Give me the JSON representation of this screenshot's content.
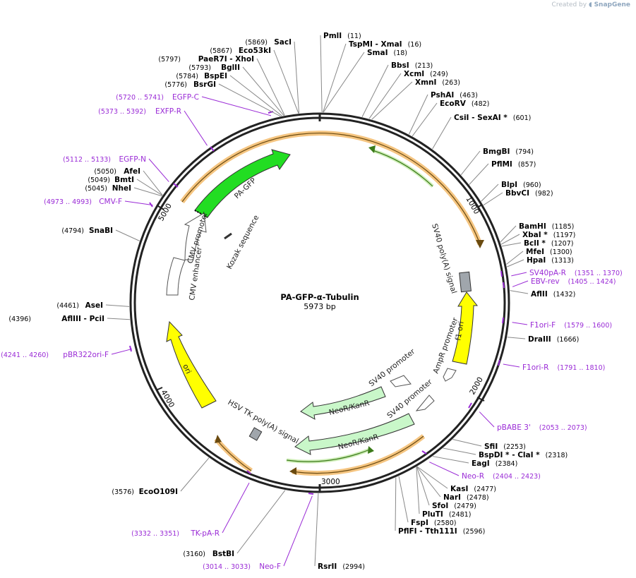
{
  "watermark": {
    "prefix": "Created by",
    "brand": "SnapGene"
  },
  "plasmid": {
    "name": "PA-GFP-α-Tubulin",
    "length_label": "5973 bp",
    "length": 5973
  },
  "ticks": [
    {
      "label": "1000",
      "pos": 1000
    },
    {
      "label": "2000",
      "pos": 2000
    },
    {
      "label": "3000",
      "pos": 3000
    },
    {
      "label": "4000",
      "pos": 4000
    },
    {
      "label": "5000",
      "pos": 5000
    }
  ],
  "enzymes": [
    {
      "name": "PmlI",
      "pos_label": "(11)",
      "site": 11
    },
    {
      "name": "TspMI  - XmaI",
      "pos_label": "(16)",
      "site": 16
    },
    {
      "name": "SmaI",
      "pos_label": "(18)",
      "site": 18
    },
    {
      "name": "BbsI",
      "pos_label": "(213)",
      "site": 213
    },
    {
      "name": "XcmI",
      "pos_label": "(249)",
      "site": 249
    },
    {
      "name": "XmnI",
      "pos_label": "(263)",
      "site": 263
    },
    {
      "name": "PshAI",
      "pos_label": "(463)",
      "site": 463
    },
    {
      "name": "EcoRV",
      "pos_label": "(482)",
      "site": 482
    },
    {
      "name": "CsiI  - SexAI *",
      "pos_label": "(601)",
      "site": 601
    },
    {
      "name": "BmgBI",
      "pos_label": "(794)",
      "site": 794
    },
    {
      "name": "PflMI",
      "pos_label": "(857)",
      "site": 857
    },
    {
      "name": "BlpI",
      "pos_label": "(960)",
      "site": 960
    },
    {
      "name": "BbvCI",
      "pos_label": "(982)",
      "site": 982
    },
    {
      "name": "BamHI",
      "pos_label": "(1185)",
      "site": 1185
    },
    {
      "name": "XbaI *",
      "pos_label": "(1197)",
      "site": 1197
    },
    {
      "name": "BclI *",
      "pos_label": "(1207)",
      "site": 1207
    },
    {
      "name": "MfeI",
      "pos_label": "(1300)",
      "site": 1300
    },
    {
      "name": "HpaI",
      "pos_label": "(1313)",
      "site": 1313
    },
    {
      "name": "AflII",
      "pos_label": "(1432)",
      "site": 1432
    },
    {
      "name": "DraIII",
      "pos_label": "(1666)",
      "site": 1666
    },
    {
      "name": "SfiI",
      "pos_label": "(2253)",
      "site": 2253
    },
    {
      "name": "BspDI *  - ClaI *",
      "pos_label": "(2318)",
      "site": 2318
    },
    {
      "name": "EagI",
      "pos_label": "(2384)",
      "site": 2384
    },
    {
      "name": "KasI",
      "pos_label": "(2477)",
      "site": 2477
    },
    {
      "name": "NarI",
      "pos_label": "(2478)",
      "site": 2478
    },
    {
      "name": "SfoI",
      "pos_label": "(2479)",
      "site": 2479
    },
    {
      "name": "PluTI",
      "pos_label": "(2481)",
      "site": 2481
    },
    {
      "name": "FspI",
      "pos_label": "(2580)",
      "site": 2580
    },
    {
      "name": "PflFI  - Tth111I",
      "pos_label": "(2596)",
      "site": 2596
    },
    {
      "name": "RsrII",
      "pos_label": "(2994)",
      "site": 2994
    },
    {
      "name": "BstBI",
      "pos_label": "(3160)",
      "site": 3160
    },
    {
      "name": "EcoO109I",
      "pos_label": "(3576)",
      "site": 3576
    },
    {
      "name": "AflIII  - PciI",
      "pos_label": "(4396)",
      "site": 4396
    },
    {
      "name": "AseI",
      "pos_label": "(4461)",
      "site": 4461
    },
    {
      "name": "SnaBI",
      "pos_label": "(4794)",
      "site": 4794
    },
    {
      "name": "NheI",
      "pos_label": "(5045)",
      "site": 5045
    },
    {
      "name": "BmtI",
      "pos_label": "(5049)",
      "site": 5049
    },
    {
      "name": "AfeI",
      "pos_label": "(5050)",
      "site": 5050
    },
    {
      "name": "BsrGI",
      "pos_label": "(5776)",
      "site": 5776
    },
    {
      "name": "BspEI",
      "pos_label": "(5784)",
      "site": 5784
    },
    {
      "name": "BglII",
      "pos_label": "(5793)",
      "site": 5793
    },
    {
      "name": "PaeR7I  - XhoI",
      "pos_label": "(5797)",
      "site": 5797
    },
    {
      "name": "Eco53kI",
      "pos_label": "(5867)",
      "site": 5867
    },
    {
      "name": "SacI",
      "pos_label": "(5869)",
      "site": 5869
    }
  ],
  "primers": [
    {
      "name": "SV40pA-R",
      "range_label": "(1351 .. 1370)",
      "start": 1351,
      "end": 1370
    },
    {
      "name": "EBV-rev",
      "range_label": "(1405 .. 1424)",
      "start": 1405,
      "end": 1424
    },
    {
      "name": "F1ori-F",
      "range_label": "(1579 .. 1600)",
      "start": 1579,
      "end": 1600
    },
    {
      "name": "F1ori-R",
      "range_label": "(1791 .. 1810)",
      "start": 1791,
      "end": 1810
    },
    {
      "name": "pBABE 3'",
      "range_label": "(2053 .. 2073)",
      "start": 2053,
      "end": 2073
    },
    {
      "name": "Neo-R",
      "range_label": "(2404 .. 2423)",
      "start": 2404,
      "end": 2423
    },
    {
      "name": "Neo-F",
      "range_label": "(3014 .. 3033)",
      "start": 3014,
      "end": 3033
    },
    {
      "name": "TK-pA-R",
      "range_label": "(3332 .. 3351)",
      "start": 3332,
      "end": 3351
    },
    {
      "name": "pBR322ori-F",
      "range_label": "(4241 .. 4260)",
      "start": 4241,
      "end": 4260
    },
    {
      "name": "CMV-F",
      "range_label": "(4973 .. 4993)",
      "start": 4973,
      "end": 4993
    },
    {
      "name": "EGFP-N",
      "range_label": "(5112 .. 5133)",
      "start": 5112,
      "end": 5133
    },
    {
      "name": "EXFP-R",
      "range_label": "(5373 .. 5392)",
      "start": 5373,
      "end": 5392
    },
    {
      "name": "EGFP-C",
      "range_label": "(5720 .. 5741)",
      "start": 5720,
      "end": 5741
    }
  ],
  "features": [
    {
      "name": "PA-GFP",
      "color": "#22dd22"
    },
    {
      "name": "f1 ori",
      "color": "#ffff00"
    },
    {
      "name": "ori",
      "color": "#ffff00"
    },
    {
      "name": "NeoR/KanR",
      "color": "#c9f7c9"
    },
    {
      "name": "NeoR/KanR",
      "color": "#c9f7c9"
    },
    {
      "name": "CMV promoter",
      "color": "#ffffff"
    },
    {
      "name": "CMV enhancer",
      "color": "#ffffff"
    },
    {
      "name": "SV40 promoter",
      "color": "#ffffff"
    },
    {
      "name": "SV40 promoter",
      "color": "#ffffff"
    },
    {
      "name": "AmpR promoter",
      "color": "#ffffff"
    },
    {
      "name": "SV40 poly(A) signal",
      "color": "#a0a6ac"
    },
    {
      "name": "HSV TK poly(A) signal",
      "color": "#a0a6ac"
    },
    {
      "name": "Kozak sequence",
      "color": "#555555"
    }
  ],
  "colors": {
    "backbone": "#222222",
    "orf": "#f0a030",
    "orf_inner": "#6a4a10",
    "primer": "#9a2bd6",
    "leader": "#888888"
  }
}
